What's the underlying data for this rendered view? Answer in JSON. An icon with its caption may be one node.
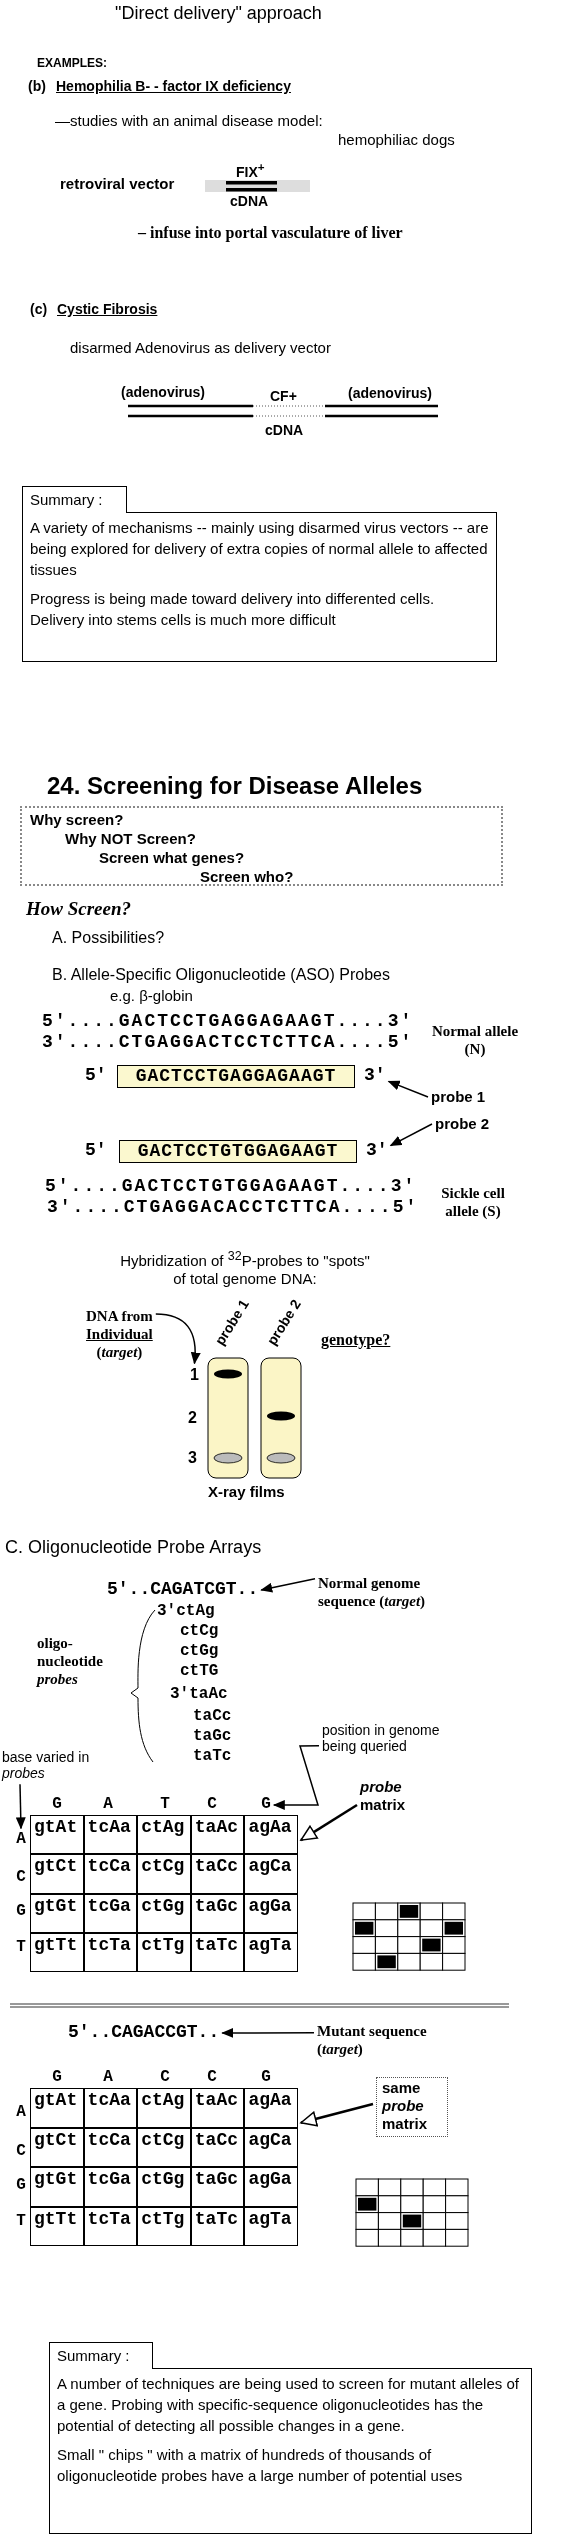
{
  "diagram": {
    "nodes": [
      {
        "text": [
          "Summary :",
          "A variety of mechanisms -- mainly using disarmed virus vectors -- are being explored for delivery of extra copies of normal allele to affected tissues",
          "Progress is being made toward delivery into differented cells. Delivery into stems cells is much more difficult"
        ]
      },
      {
        "text": [
          "Why screen?",
          "Why NOT Screen?",
          "Screen what genes?",
          "Screen who?"
        ]
      },
      {
        "text": [
          "GACTCCTGAGGAGAAGT"
        ]
      },
      {
        "text": [
          "probe 1"
        ]
      },
      {
        "text": [
          "GACTCCTGTGGAGAAGT"
        ]
      },
      {
        "text": [
          "probe 2"
        ]
      },
      {
        "text": [
          "DNA from",
          "Individual",
          "(*target*)"
        ]
      },
      {
        "text": [
          "1"
        ]
      },
      {
        "text": [
          "5'..CAGATCGT.."
        ]
      },
      {
        "text": [
          "Normal genome sequence (*target*)"
        ]
      },
      {
        "text": [
          "position in genome being queried"
        ]
      },
      {
        "text": [
          "G"
        ]
      },
      {
        "text": [
          "*probe* matrix"
        ]
      },
      {
        "text": [
          "gtAt",
          "tcAa",
          "ctAg",
          "taAc",
          "agAa",
          "gtCt",
          "tcCa",
          "ctCg",
          "taCc",
          "agCa",
          "gtGt",
          "tcGa",
          "ctGg",
          "taGc",
          "agGa",
          "gtTt",
          "tcTa",
          "ctTg",
          "taTc",
          "agTa"
        ]
      },
      {
        "text": [
          "base varied in *probes*"
        ]
      },
      {
        "text": [
          "A"
        ]
      },
      {
        "text": [
          "5'..CAGACCGT.."
        ]
      },
      {
        "text": [
          "Mutant sequence (*target*)"
        ]
      },
      {
        "text": [
          "gtAt",
          "tcAa",
          "ctAg",
          "taAc",
          "agAa",
          "gtCt",
          "tcCa",
          "ctCg",
          "taCc",
          "agCa",
          "gtGt",
          "tcGa",
          "ctGg",
          "taGc",
          "agGa",
          "gtTt",
          "tcTa",
          "ctTg",
          "taTc",
          "agTa"
        ]
      },
      {
        "text": [
          "same *probe* matrix"
        ]
      },
      {
        "text": [
          "Summary :",
          "A number of techniques are being used to screen for mutant alleles of a gene. Probing with specific-sequence oligonucleotides has the potential of detecting all possible changes in a gene.",
          "Small \" chips \" with a matrix of hundreds of thousands of oligonucleotide probes have a large number of potential uses"
        ]
      },
      {
        "text": [
          "3'"
        ]
      },
      {
        "text": [
          "3'"
        ]
      }
    ],
    "edges": [
      {
        "from": 3,
        "to": 21,
        "arrow": "to"
      },
      {
        "from": 5,
        "to": 22,
        "arrow": "to"
      },
      {
        "from": 6,
        "to": 7,
        "arrow": "to"
      },
      {
        "from": 9,
        "to": 8,
        "arrow": "to"
      },
      {
        "from": 10,
        "to": 11,
        "arrow": "to"
      },
      {
        "from": 12,
        "to": 13,
        "arrow": "to"
      },
      {
        "from": 14,
        "to": 15,
        "arrow": "to"
      },
      {
        "from": 17,
        "to": 16,
        "arrow": "to"
      },
      {
        "from": 19,
        "to": 18,
        "arrow": "to"
      }
    ],
    "labels": [
      "\"Direct delivery\" approach",
      "EXAMPLES:",
      "(b)",
      "Hemophilia B- - factor IX deficiency",
      "—studies with an animal disease model:",
      "hemophiliac dogs",
      "retroviral vector",
      "FIX$^{+}$",
      "cDNA",
      "– infuse into portal vasculature of liver",
      "(c)",
      "Cystic Fibrosis",
      "disarmed Adenovirus as delivery vector",
      "(adenovirus)",
      "CF+",
      "(adenovirus)",
      "cDNA",
      "24. Screening for Disease Alleles",
      "How Screen?",
      "A. Possibilities?",
      "B. Allele-Specific Oligonucleotide (ASO) Probes",
      "e.g. β-globin",
      "5'....GACTCCTGAGGAGAAGT....3'",
      "3'....CTGAGGACTCCTCTTCA....5'",
      "Normal allele (N)",
      "5'",
      "5'",
      "5'....GACTCCTGTGGAGAAGT....3'",
      "3'....CTGAGGACACCTCTTCA....5'",
      "Sickle cell allele (S)",
      "Hybridization of $^{32}$P-probes to \"spots\" of total genome DNA:",
      "probe 1",
      "probe 2",
      "genotype?",
      "2",
      "3",
      "X-ray films",
      "C. Oligonucleotide Probe Arrays",
      "3'ctAg",
      "ctCg",
      "ctGg",
      "ctTG",
      "3'taAc",
      "taCc",
      "taGc",
      "taTc",
      "oligo- nucleotide *probes*",
      "G",
      "A",
      "T",
      "C",
      "C",
      "G",
      "T",
      "G",
      "A",
      "C",
      "C",
      "G",
      "A",
      "C",
      "G",
      "T"
    ]
  }
}
